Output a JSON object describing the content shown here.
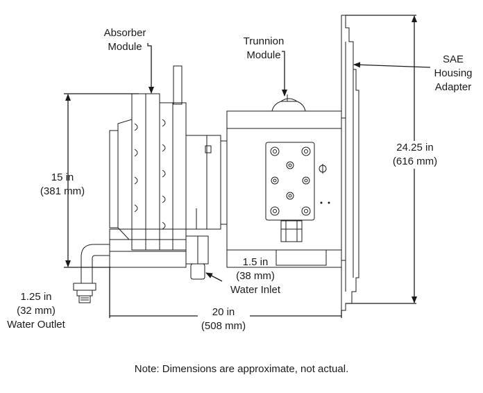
{
  "labels": {
    "absorber": [
      "Absorber",
      "Module"
    ],
    "trunnion": [
      "Trunnion",
      "Module"
    ],
    "sae": [
      "SAE",
      "Housing",
      "Adapter"
    ],
    "height": [
      "15 in",
      "(381 mm)"
    ],
    "adapter_height": [
      "24.25 in",
      "(616 mm)"
    ],
    "water_inlet": [
      "1.5 in",
      "(38 mm)",
      "Water Inlet"
    ],
    "water_outlet": [
      "1.25 in",
      "(32 mm)",
      "Water Outlet"
    ],
    "length": [
      "20 in",
      "(508 mm)"
    ]
  },
  "note": "Note: Dimensions are approximate, not actual."
}
